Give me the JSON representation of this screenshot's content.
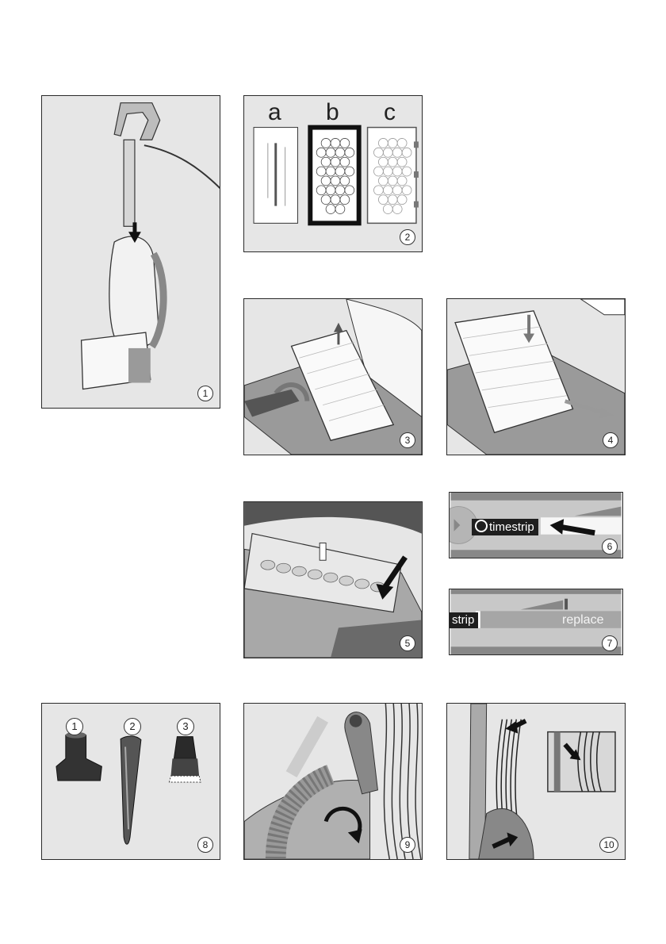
{
  "figures": {
    "fig1": {
      "number": "1"
    },
    "fig2": {
      "number": "2",
      "letters": [
        "a",
        "b",
        "c"
      ]
    },
    "fig3": {
      "number": "3"
    },
    "fig4": {
      "number": "4"
    },
    "fig5": {
      "number": "5"
    },
    "fig6": {
      "number": "6",
      "label": "timestrip"
    },
    "fig7": {
      "number": "7",
      "label_left": "strip",
      "label_right": "replace"
    },
    "fig8": {
      "number": "8",
      "tool_numbers": [
        "1",
        "2",
        "3"
      ]
    },
    "fig9": {
      "number": "9"
    },
    "fig10": {
      "number": "10"
    }
  },
  "colors": {
    "panel_bg": "#e6e6e6",
    "border": "#2a2a2a",
    "dark": "#1f1f1f"
  }
}
